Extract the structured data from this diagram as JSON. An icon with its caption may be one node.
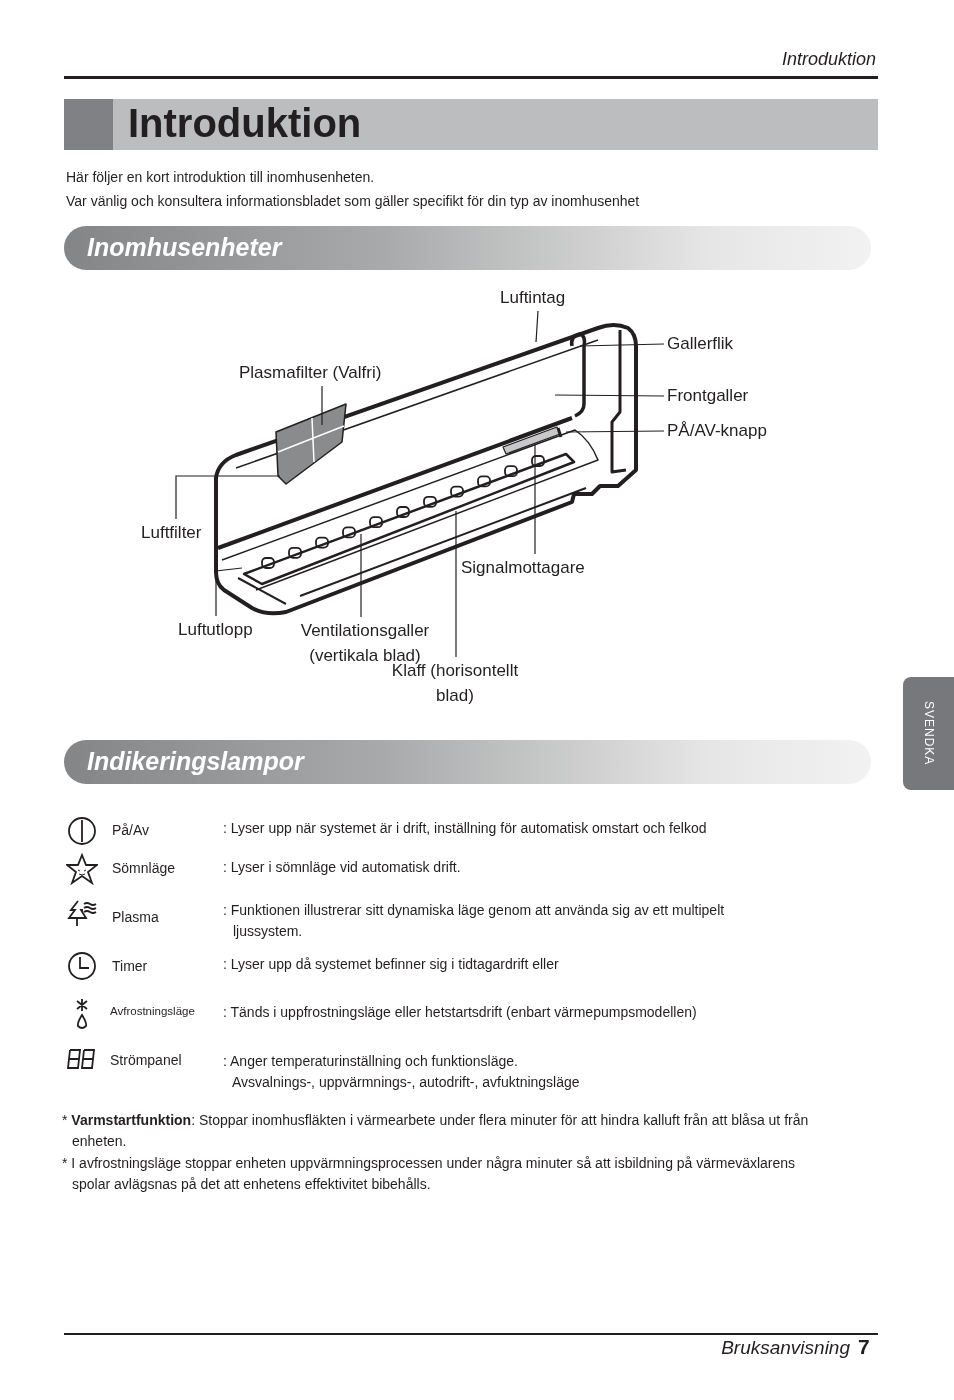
{
  "diagram": {
    "title": "Introduktion",
    "nodes": [
      {
        "text": [
          "Inomhusenheter"
        ]
      },
      {
        "text": [
          "Indikeringslampor"
        ]
      },
      {
        "text": [
          "SVENDKA"
        ]
      },
      {
        "text": [
          "Luftintag"
        ]
      },
      {
        "text": [
          "Gallerflik"
        ]
      },
      {
        "text": [
          "Plasmafilter (Valfri)"
        ]
      },
      {
        "text": [
          "Frontgaller"
        ]
      },
      {
        "text": [
          "PÅ/AV-knapp"
        ]
      },
      {
        "text": [
          "Luftfilter"
        ]
      },
      {
        "text": [
          "Signalmottagare"
        ]
      },
      {
        "text": [
          "Luftutlopp"
        ]
      },
      {
        "text": [
          "Ventilationsgaller (vertikala blad)"
        ]
      },
      {
        "text": [
          "Klaff (horisontellt blad)"
        ]
      }
    ],
    "edges": [
      {
        "from": 3,
        "to": null,
        "arrow": "none"
      },
      {
        "from": 4,
        "to": null,
        "arrow": "none"
      },
      {
        "from": 5,
        "to": null,
        "arrow": "none"
      },
      {
        "from": 6,
        "to": null,
        "arrow": "none"
      },
      {
        "from": 7,
        "to": null,
        "arrow": "none"
      },
      {
        "from": 8,
        "to": null,
        "arrow": "none"
      },
      {
        "from": 9,
        "to": null,
        "arrow": "none"
      },
      {
        "from": 10,
        "to": null,
        "arrow": "none"
      },
      {
        "from": 11,
        "to": null,
        "arrow": "none"
      },
      {
        "from": 12,
        "to": null,
        "arrow": "none"
      }
    ],
    "labels": [
      "Introduktion",
      "Här följer en kort introduktion till inomhusenheten.",
      "Var vänlig och konsultera informationsbladet som gäller specifikt för din typ av inomhusenhet",
      "På/Av",
      ": Lyser upp när systemet är i drift, inställning för automatisk omstart och felkod",
      "Sömnläge",
      ": Lyser i sömnläge vid automatisk drift.",
      "Plasma",
      ": Funktionen illustrerar sitt dynamiska läge genom att använda sig av ett multipelt ljussystem.",
      "Timer",
      ": Lyser upp då systemet befinner sig i tidtagardrift eller",
      "Avfrostningsläge",
      ": Tänds i uppfrostningsläge eller hetstartsdrift (enbart värmepumpsmodellen)",
      "Strömpanel",
      ": Anger temperaturinställning och funktionsläge.",
      "Avsvalnings-, uppvärmnings-, autodrift-, avfuktningsläge",
      "* **Varmstartfunktion**: Stoppar inomhusfläkten i värmearbete under flera minuter för att hindra kalluft från att blåsa ut från enheten.",
      "* I avfrostningsläge stoppar enheten uppvärmningsprocessen under några minuter så att isbildning på värmeväxlarens spolar avlägsnas på det att enhetens effektivitet bibehålls.",
      "Bruksanvisning",
      "7"
    ]
  }
}
